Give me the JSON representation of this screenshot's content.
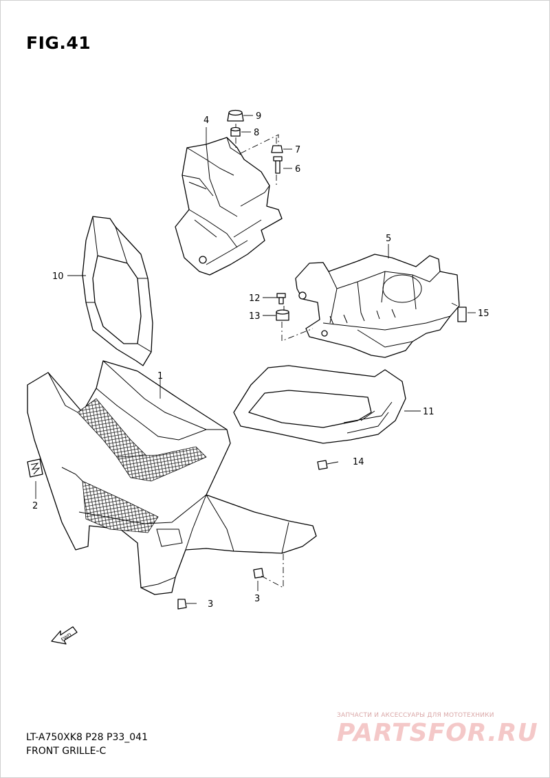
{
  "figure": {
    "title": "FIG.41",
    "model_code": "LT-A750XK8 P28 P33_041",
    "section_name": "FRONT GRILLE-C",
    "fwd_label": "FWD"
  },
  "callouts": [
    {
      "part": "1",
      "label": "1"
    },
    {
      "part": "2",
      "label": "2"
    },
    {
      "part": "3a",
      "label": "3"
    },
    {
      "part": "3b",
      "label": "3"
    },
    {
      "part": "4",
      "label": "4"
    },
    {
      "part": "5",
      "label": "5"
    },
    {
      "part": "6",
      "label": "6"
    },
    {
      "part": "7",
      "label": "7"
    },
    {
      "part": "8",
      "label": "8"
    },
    {
      "part": "9",
      "label": "9"
    },
    {
      "part": "10",
      "label": "10"
    },
    {
      "part": "11",
      "label": "11"
    },
    {
      "part": "12",
      "label": "12"
    },
    {
      "part": "13",
      "label": "13"
    },
    {
      "part": "14",
      "label": "14"
    },
    {
      "part": "15",
      "label": "15"
    }
  ],
  "watermark": {
    "tagline": "ЗАПЧАСТИ И АКСЕССУАРЫ ДЛЯ МОТОТЕХНИКИ",
    "logo": "PARTSFOR.RU"
  }
}
